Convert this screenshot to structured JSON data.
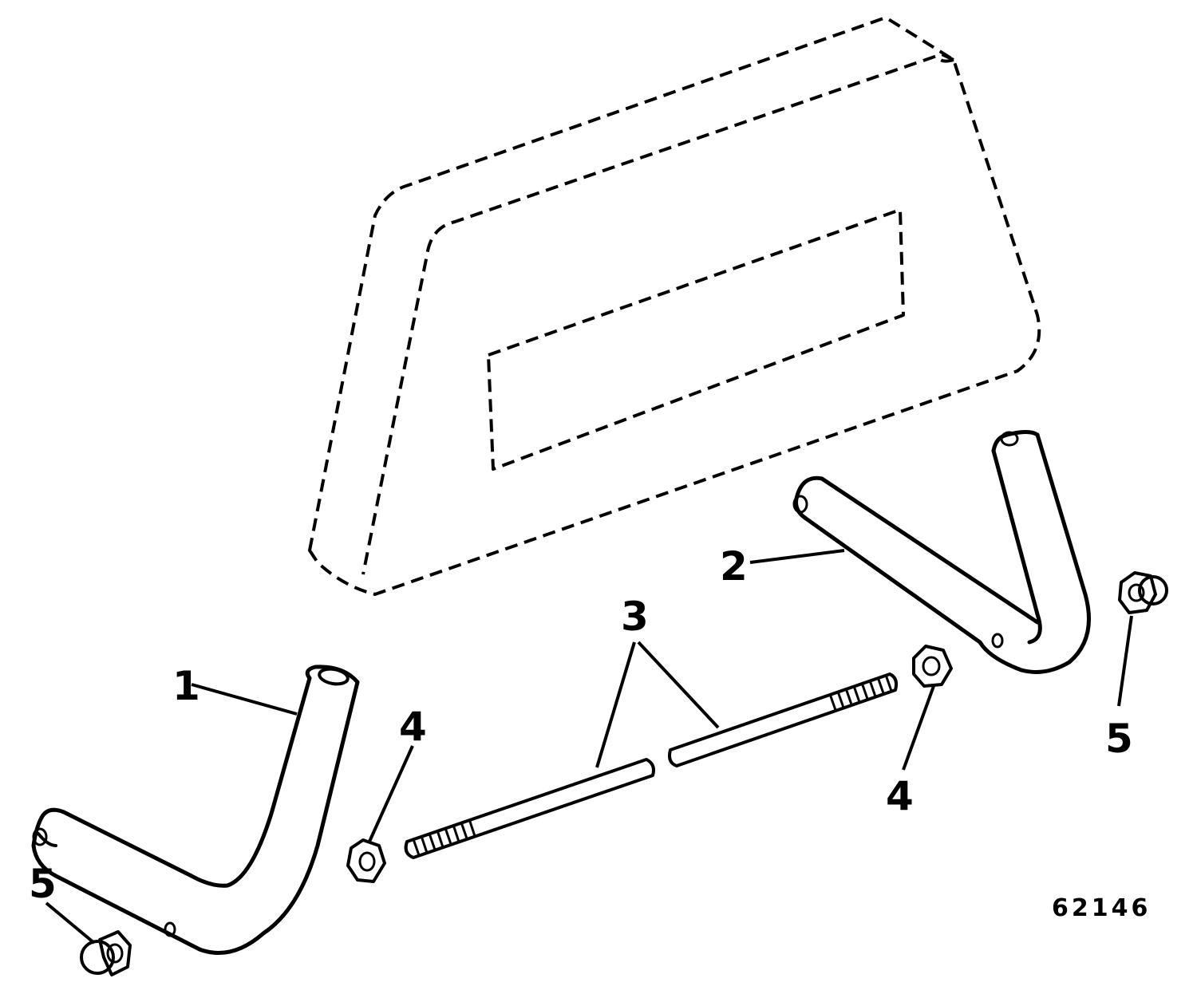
{
  "labels": {
    "part_1": "1",
    "part_2": "2",
    "part_3": "3",
    "part_4_left": "4",
    "part_4_right": "4",
    "part_5_left": "5",
    "part_5_right": "5"
  },
  "figure_number": "62146",
  "colors": {
    "ink": "#000000",
    "paper": "#ffffff"
  }
}
